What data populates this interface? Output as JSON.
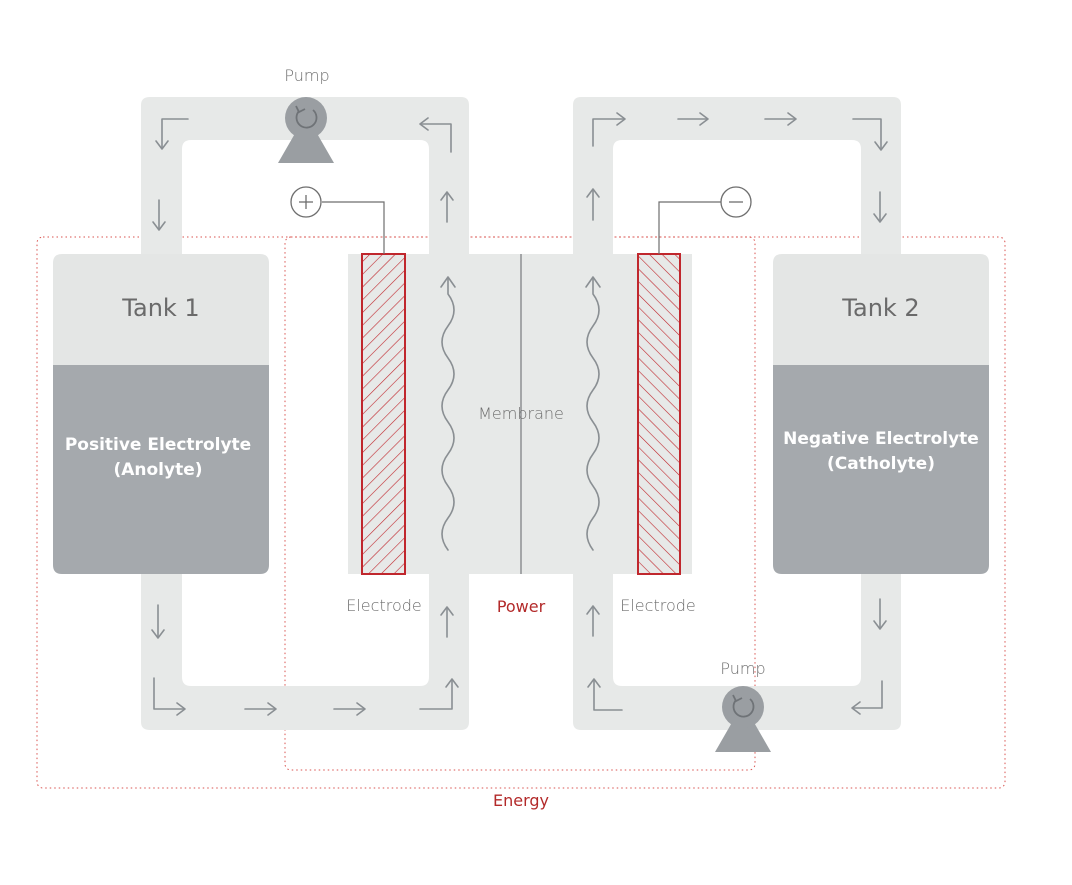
{
  "labels": {
    "pump_top": "Pump",
    "pump_bottom": "Pump",
    "tank1_title": "Tank 1",
    "tank2_title": "Tank 2",
    "tank1_fluid_line1": "Positive Electrolyte",
    "tank1_fluid_line2": "(Anolyte)",
    "tank2_fluid_line1": "Negative Electrolyte",
    "tank2_fluid_line2": "(Catholyte)",
    "membrane": "Membrane",
    "electrode_left": "Electrode",
    "electrode_right": "Electrode",
    "power": "Power",
    "energy": "Energy"
  },
  "colors": {
    "pipe": "#e7e9e8",
    "tank_top": "#e4e6e5",
    "electrolyte": "#a5a9ad",
    "electrode": "#c0272d",
    "boundary": "#d9534f",
    "pump": "#9a9ea2",
    "arrow": "#8a8f93"
  },
  "icons": {
    "pump": "pump-icon",
    "positive_terminal": "plus-icon",
    "negative_terminal": "minus-icon"
  }
}
